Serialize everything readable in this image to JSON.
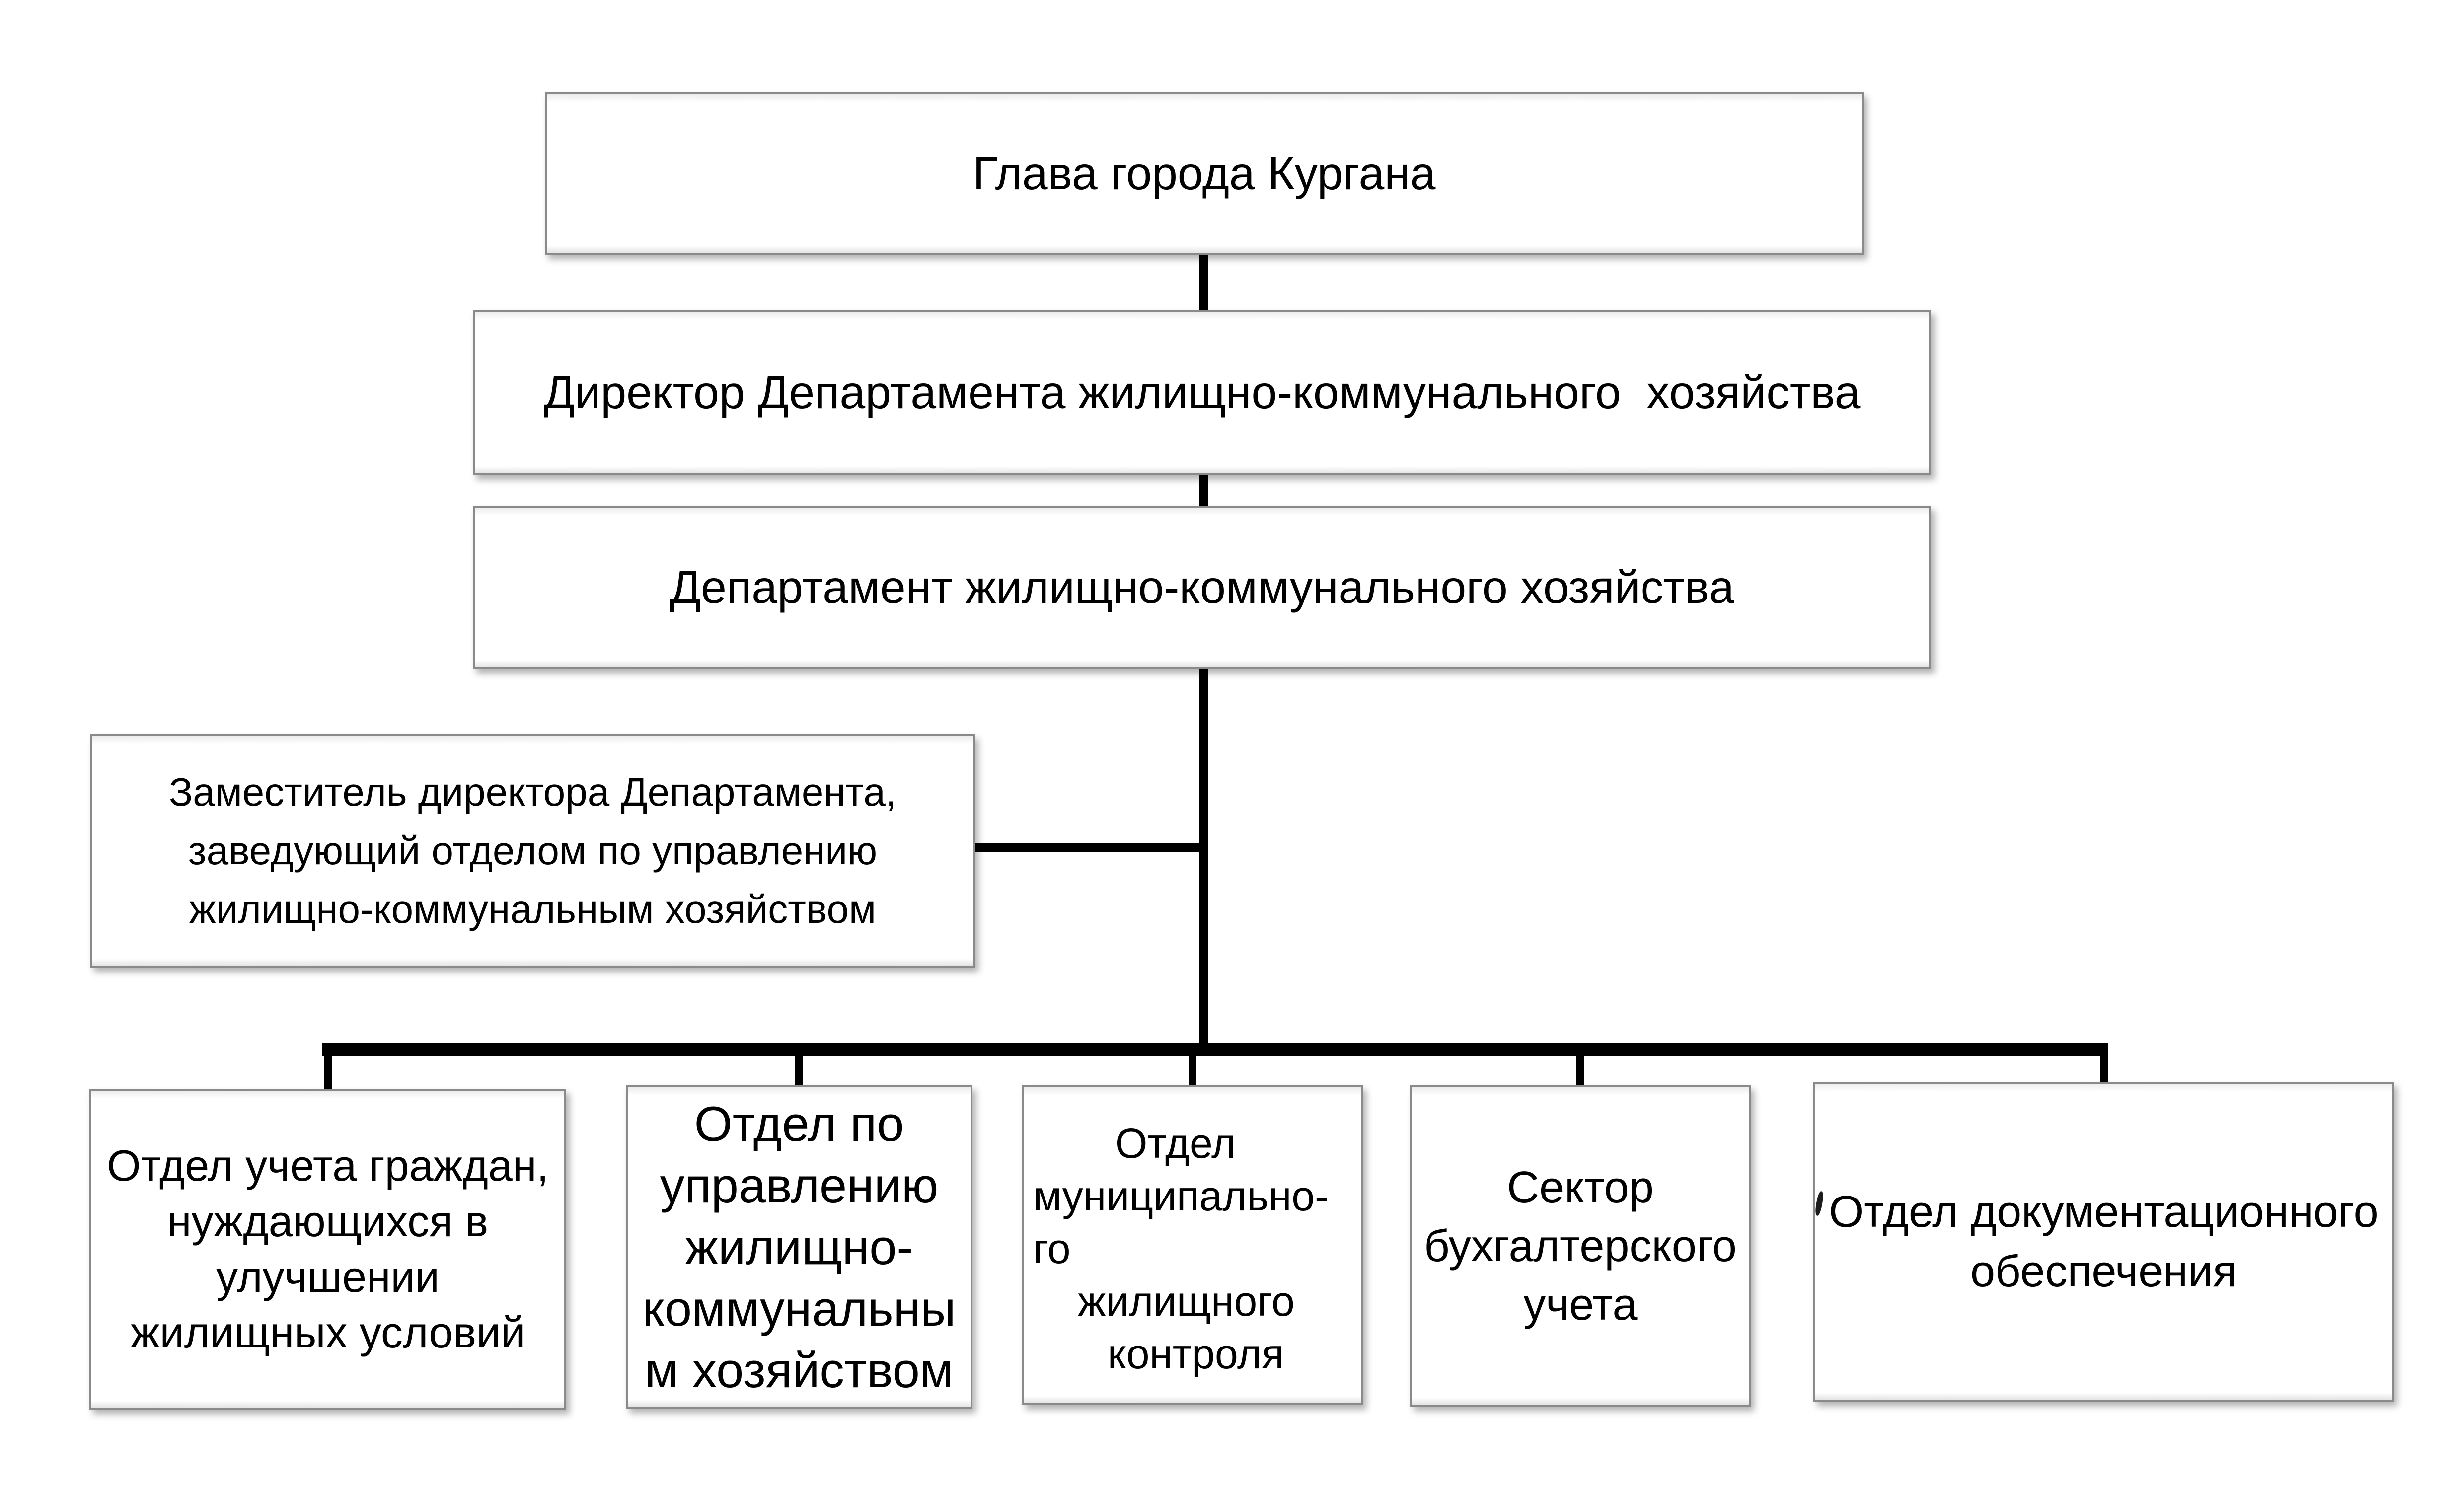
{
  "colors": {
    "background": "#ffffff",
    "box_border": "#8a8a8a",
    "box_fill": "#ffffff",
    "connector": "#000000",
    "text": "#000000"
  },
  "chart": {
    "type": "org-chart",
    "nodes": {
      "head": {
        "label": "Глава города Кургана"
      },
      "director": {
        "label": "Директор Департамента жилищно-коммунального  хозяйства"
      },
      "department": {
        "label": "Департамент жилищно-коммунального хозяйства"
      },
      "deputy": {
        "label": "Заместитель директора Департамента,\nзаведующий отделом по управлению\nжилищно-коммунальным хозяйством"
      },
      "unit_citizens": {
        "label": "Отдел учета граждан,\nнуждающихся в\nулучшении\nжилищных условий"
      },
      "unit_housing": {
        "label": "Отдел по\nуправлению\nжилищно-\nкоммунальны\nм хозяйством"
      },
      "unit_municipal": {
        "lines": [
          "Отдел",
          "муниципально-",
          "го",
          "жилищного",
          "контроля"
        ]
      },
      "unit_accounting": {
        "label": "Сектор\nбухгалтерского\nучета"
      },
      "unit_documentation": {
        "label": "Отдел документационного\nобеспечения"
      }
    }
  }
}
